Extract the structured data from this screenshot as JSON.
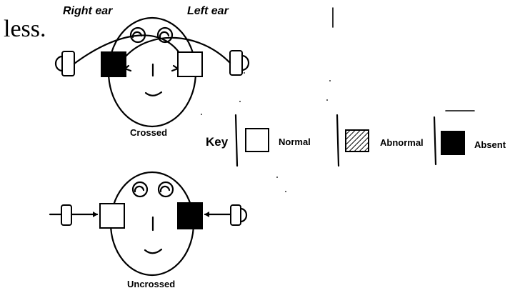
{
  "fragment_text": "less.",
  "crossed": {
    "right_ear_label": "Right ear",
    "left_ear_label": "Left ear",
    "caption": "Crossed",
    "left_box_state": "absent",
    "right_box_state": "normal"
  },
  "uncrossed": {
    "caption": "Uncrossed",
    "left_box_state": "normal",
    "right_box_state": "absent"
  },
  "key": {
    "title": "Key",
    "items": [
      {
        "label": "Normal",
        "state": "normal"
      },
      {
        "label": "Abnormal",
        "state": "abnormal"
      },
      {
        "label": "Absent",
        "state": "absent"
      }
    ]
  },
  "colors": {
    "ink": "#000000",
    "background": "#ffffff"
  }
}
